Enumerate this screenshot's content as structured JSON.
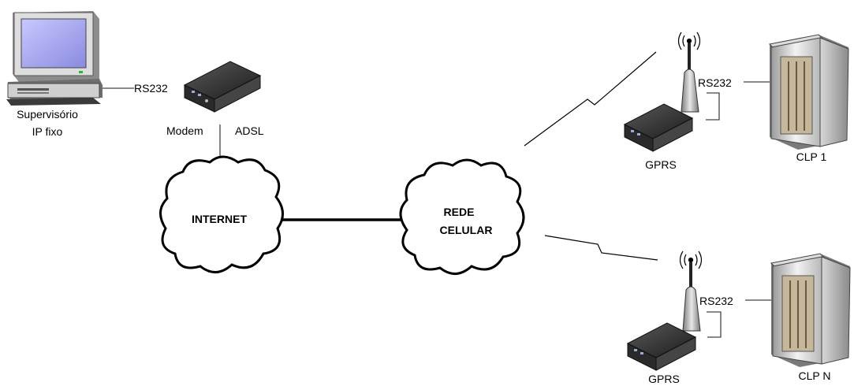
{
  "supervisor": {
    "line1": "Supervisório",
    "line2": "IP fixo"
  },
  "modem": {
    "left_label": "Modem",
    "right_label": "ADSL",
    "port_label": "RS232"
  },
  "clouds": {
    "internet": "INTERNET",
    "cellular_line1": "REDE",
    "cellular_line2": "CELULAR"
  },
  "station_top": {
    "device": "GPRS",
    "port": "RS232",
    "plc": "CLP 1"
  },
  "station_bottom": {
    "device": "GPRS",
    "port": "RS232",
    "plc": "CLP N"
  }
}
